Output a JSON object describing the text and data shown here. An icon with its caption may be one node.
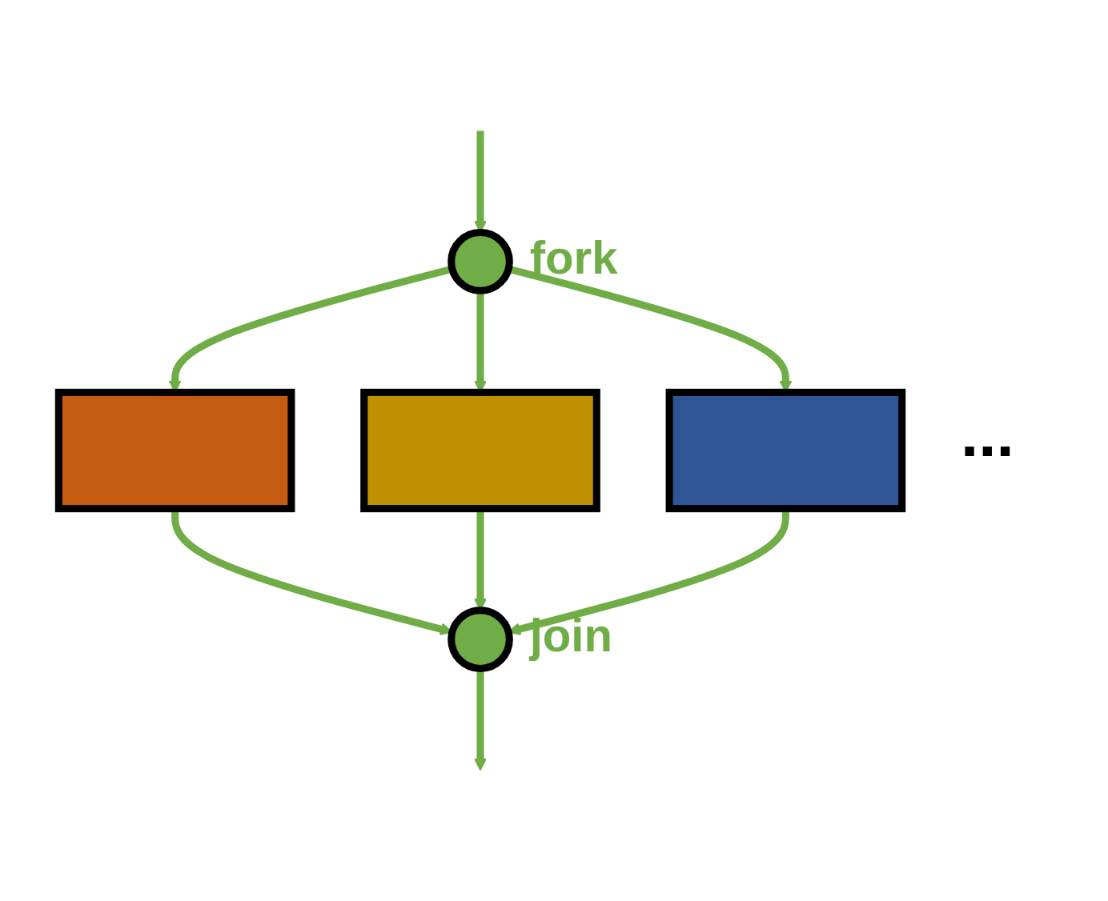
{
  "diagram": {
    "nodes": [
      {
        "text": [],
        "shape": "circle",
        "beside": [
          "fork"
        ]
      },
      {
        "text": [],
        "shape": "box"
      },
      {
        "text": [],
        "shape": "box"
      },
      {
        "text": [],
        "shape": "box"
      },
      {
        "text": [],
        "shape": "circle",
        "beside": [
          "join"
        ]
      }
    ],
    "edges": [
      {
        "from": null,
        "to": 0,
        "arrow": "to"
      },
      {
        "from": 0,
        "to": 1,
        "arrow": "to"
      },
      {
        "from": 0,
        "to": 2,
        "arrow": "to"
      },
      {
        "from": 0,
        "to": 3,
        "arrow": "to"
      },
      {
        "from": 1,
        "to": 4,
        "arrow": "to"
      },
      {
        "from": 2,
        "to": 4,
        "arrow": "to"
      },
      {
        "from": 3,
        "to": 4,
        "arrow": "to"
      },
      {
        "from": 4,
        "to": null,
        "arrow": "to"
      }
    ],
    "labels": [
      "..."
    ]
  }
}
